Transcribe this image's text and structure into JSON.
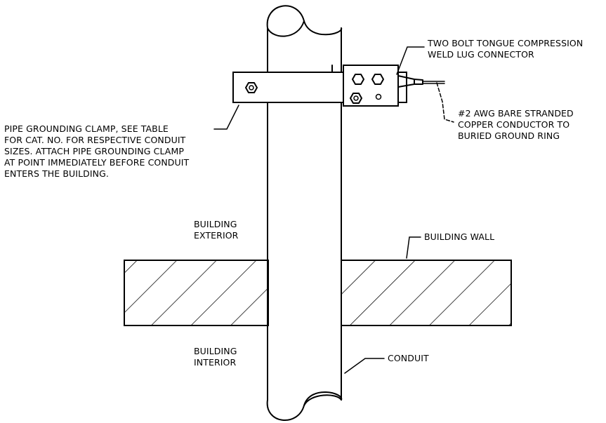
{
  "labels": {
    "lug_connector": [
      "TWO BOLT TONGUE COMPRESSION",
      "WELD LUG CONNECTOR"
    ],
    "conductor": [
      "#2 AWG BARE STRANDED",
      "COPPER CONDUCTOR TO",
      "BURIED GROUND RING"
    ],
    "clamp": [
      "PIPE GROUNDING CLAMP, SEE TABLE",
      "FOR CAT. NO. FOR RESPECTIVE CONDUIT",
      "SIZES.  ATTACH PIPE GROUNDING CLAMP",
      "AT POINT IMMEDIATELY BEFORE CONDUIT",
      "ENTERS THE BUILDING."
    ],
    "exterior": [
      "BUILDING",
      "EXTERIOR"
    ],
    "interior": [
      "BUILDING",
      "INTERIOR"
    ],
    "wall": "BUILDING WALL",
    "conduit": "CONDUIT"
  },
  "colors": {
    "line": "#000000",
    "background": "#ffffff"
  }
}
